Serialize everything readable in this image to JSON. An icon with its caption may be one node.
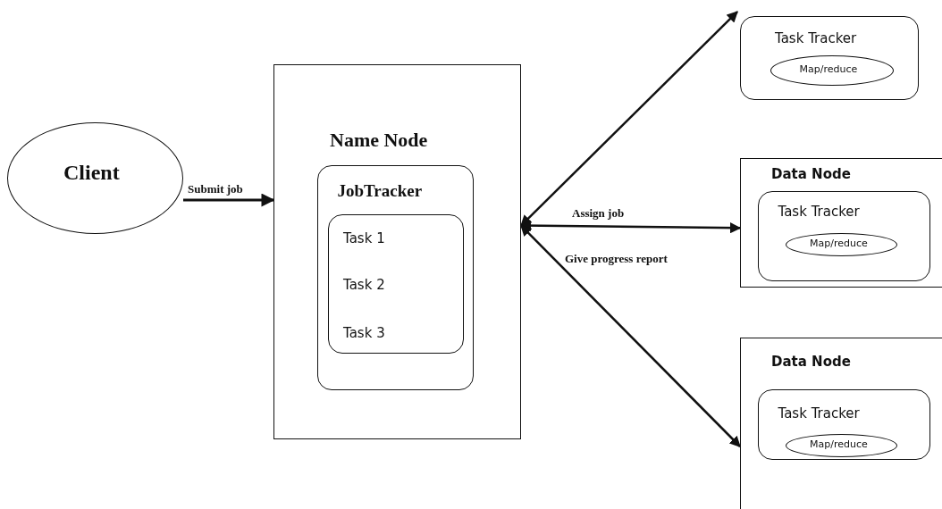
{
  "diagram": {
    "nodes": [
      {
        "text": [
          "Client"
        ]
      },
      {
        "text": [
          "Name Node"
        ]
      },
      {
        "text": [
          "JobTracker"
        ],
        "in": 1
      },
      {
        "text": [
          "Task 1",
          "Task 2",
          "Task 3"
        ],
        "in": 2
      },
      {
        "text": [
          "Task Tracker"
        ]
      },
      {
        "text": [
          "Map/reduce"
        ],
        "in": 4
      },
      {
        "text": [
          "Data Node"
        ]
      },
      {
        "text": [
          "Task Tracker"
        ],
        "in": 6
      },
      {
        "text": [
          "Map/reduce"
        ],
        "in": 7
      },
      {
        "text": [
          "Data Node"
        ]
      },
      {
        "text": [
          "Task Tracker"
        ],
        "in": 9
      },
      {
        "text": [
          "Map/reduce"
        ],
        "in": 10
      }
    ],
    "edges": [
      {
        "from": 0,
        "to": 1,
        "arrow": "to",
        "label": "Submit job"
      },
      {
        "from": 1,
        "to": 4,
        "arrow": "both"
      },
      {
        "from": 1,
        "to": 6,
        "arrow": "both"
      },
      {
        "from": 1,
        "to": 9,
        "arrow": "both"
      }
    ],
    "labels": [
      "Assign job",
      "Give progress report"
    ]
  }
}
